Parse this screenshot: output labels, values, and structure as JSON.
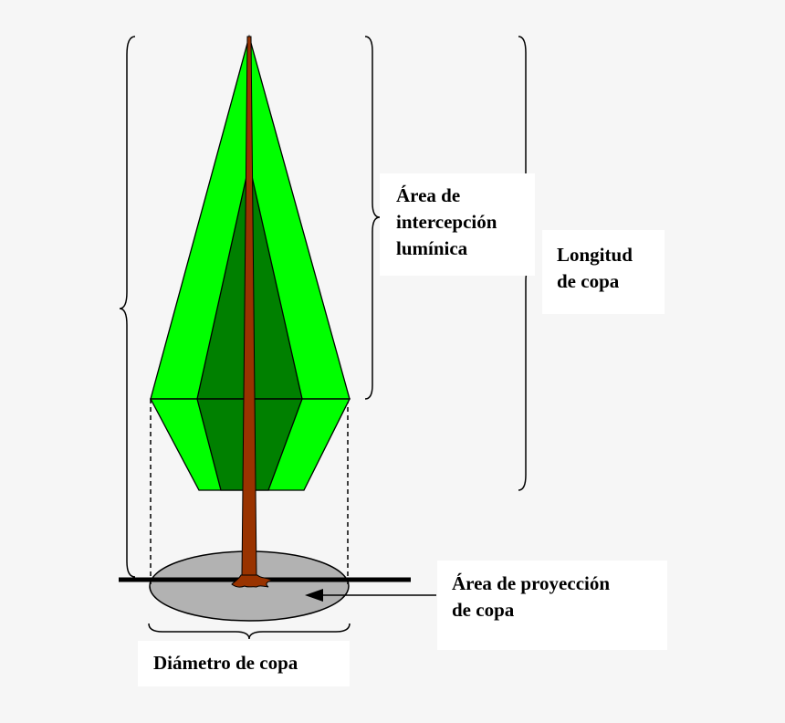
{
  "labels": {
    "light_interception_area": [
      "Área de",
      "intercepción",
      "lumínica"
    ],
    "crown_length": [
      "Longitud",
      "de copa"
    ],
    "crown_projection_area": [
      "Área de proyección",
      "de copa"
    ],
    "crown_diameter": "Diámetro de copa"
  },
  "colors": {
    "outer_crown": "#00ff00",
    "inner_crown": "#008000",
    "trunk": "#993300",
    "projection_ellipse": "#b2b2b2",
    "ground_line": "#000000",
    "background": "#f6f6f6"
  }
}
